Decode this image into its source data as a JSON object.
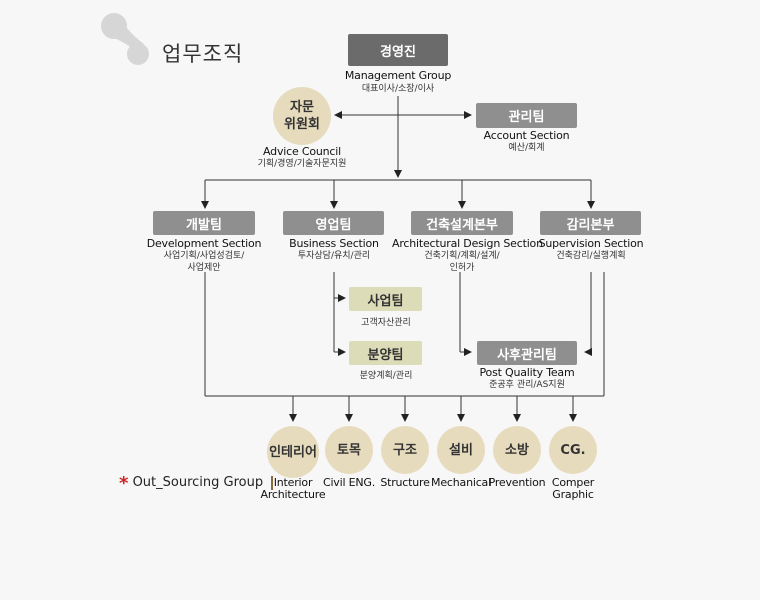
{
  "title": "업무조직",
  "executive": {
    "name": "경영진",
    "en": "Management Group",
    "ko": "대표이사/소장/이사"
  },
  "advice": {
    "line1": "자문",
    "line2": "위원회",
    "en": "Advice Council",
    "ko": "기획/경영/기술자문지원"
  },
  "account": {
    "name": "관리팀",
    "en": "Account Section",
    "ko": "예산/회계"
  },
  "divisions": [
    {
      "name": "개발팀",
      "en": "Development Section",
      "ko1": "사업기획/사업성검토/",
      "ko2": "사업제안"
    },
    {
      "name": "영업팀",
      "en": "Business Section",
      "ko1": "투자상담/유치/관리",
      "ko2": ""
    },
    {
      "name": "건축설계본부",
      "en": "Architectural Design Section",
      "ko1": "건축기획/계획/설계/",
      "ko2": "인허가"
    },
    {
      "name": "감리본부",
      "en": "Supervision Section",
      "ko1": "건축감리/실행계획",
      "ko2": ""
    }
  ],
  "business_team": {
    "name": "사업팀",
    "ko": "고객자산관리"
  },
  "sales_team": {
    "name": "분양팀",
    "ko": "분양계획/관리"
  },
  "post_quality": {
    "name": "사후관리팀",
    "en": "Post Quality Team",
    "ko": "준공후 관리/AS지원"
  },
  "outsourcing": {
    "label": "Out_Sourcing Group",
    "star": "*",
    "items": [
      {
        "circle": "인테리어",
        "en1": "Interior",
        "en2": "Architecture"
      },
      {
        "circle": "토목",
        "en1": "Civil ENG.",
        "en2": ""
      },
      {
        "circle": "구조",
        "en1": "Structure",
        "en2": ""
      },
      {
        "circle": "설비",
        "en1": "Mechanical",
        "en2": ""
      },
      {
        "circle": "소방",
        "en1": "Prevention",
        "en2": ""
      },
      {
        "circle": "CG.",
        "en1": "Comper",
        "en2": "Graphic"
      }
    ]
  }
}
